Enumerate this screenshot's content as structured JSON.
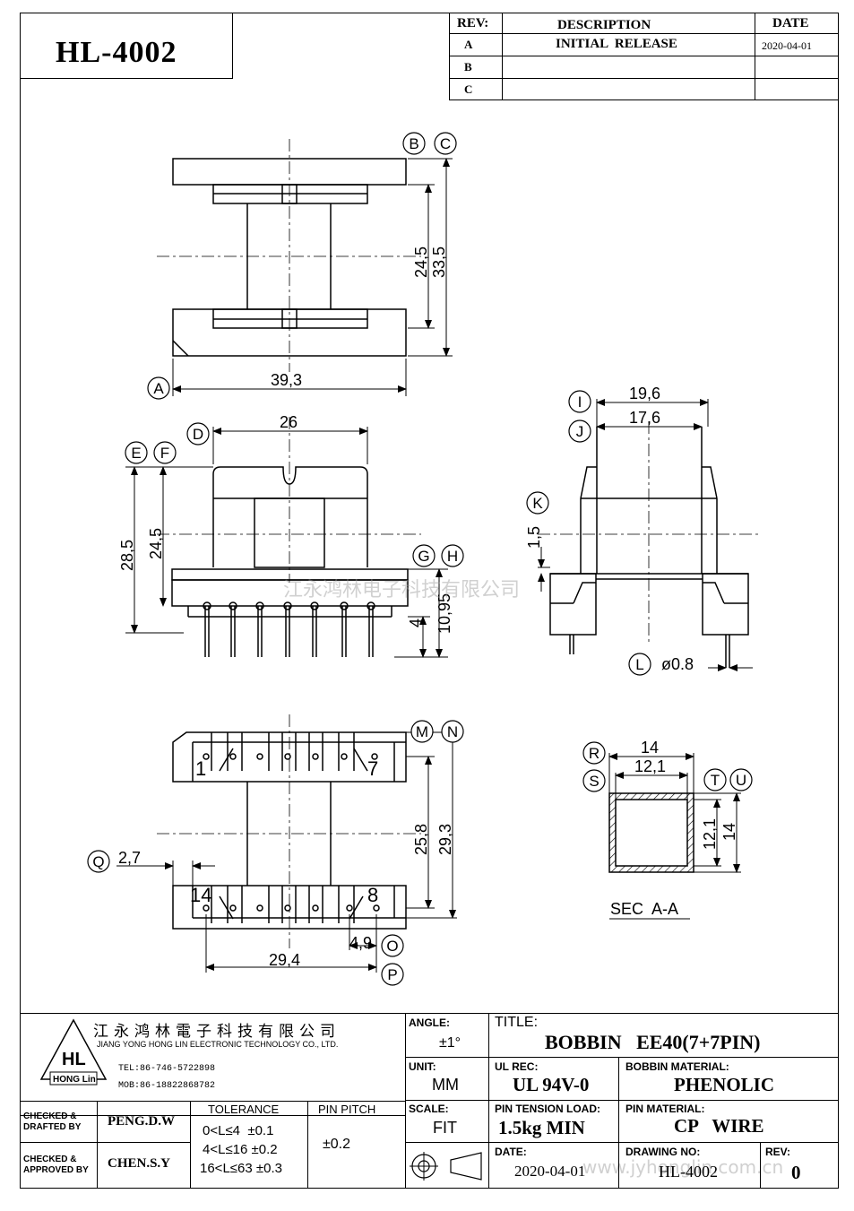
{
  "part_number": "HL-4002",
  "revision_table": {
    "headers": [
      "REV:",
      "DESCRIPTION",
      "DATE"
    ],
    "rows": [
      {
        "rev": "A",
        "description": "INITIAL  RELEASE",
        "date": "2020-04-01"
      },
      {
        "rev": "B",
        "description": "",
        "date": ""
      },
      {
        "rev": "C",
        "description": "",
        "date": ""
      }
    ]
  },
  "dimensions": {
    "top_view": {
      "height_inner": "24,5",
      "height_outer": "33,5",
      "width": "39,3",
      "callouts": [
        "B",
        "C",
        "A"
      ]
    },
    "front_view": {
      "width": "26",
      "h1": "28,5",
      "h2": "24,5",
      "h3": "10,95",
      "h4": "4",
      "callouts": [
        "D",
        "E",
        "F",
        "G",
        "H"
      ]
    },
    "side_view": {
      "w_outer": "19,6",
      "w_inner": "17,6",
      "flange": "1,5",
      "pin_dia": "ø0.8",
      "callouts": [
        "I",
        "J",
        "K",
        "L"
      ]
    },
    "bottom_view": {
      "h_inner": "25,8",
      "h_outer": "29,3",
      "pitch_side": "2,7",
      "pin_span": "29,4",
      "pin_gap": "4,9",
      "pin_labels": [
        "1",
        "7",
        "14",
        "8"
      ],
      "callouts": [
        "M",
        "N",
        "Q",
        "O",
        "P"
      ]
    },
    "section": {
      "outer_w": "14",
      "inner_w": "12,1",
      "inner_h": "12,1",
      "outer_h": "14",
      "label": "SEC  A-A",
      "callouts": [
        "R",
        "S",
        "T",
        "U"
      ]
    }
  },
  "watermark": {
    "top": "江永鸿林电子科技有限公司",
    "bottom": "www.jyhonglin.com.cn"
  },
  "title_block": {
    "company_cn": "江永鸿林電子科技有限公司",
    "company_en": "JIANG YONG HONG LIN ELECTRONIC TECHNOLOGY CO., LTD.",
    "logo_text": "HL",
    "logo_sub": "HONG Lin",
    "tel": "TEL:86-746-5722898",
    "mob": "MOB:86-18822868782",
    "angle_label": "ANGLE:",
    "angle_value": "±1°",
    "title_label": "TITLE:",
    "title_value": "BOBBIN   EE40(7+7PIN)",
    "unit_label": "UNIT:",
    "unit_value": "MM",
    "ul_label": "UL REC:",
    "ul_value": "UL 94V-0",
    "bobbin_mat_label": "BOBBIN MATERIAL:",
    "bobbin_mat_value": "PHENOLIC",
    "checked_drafted_label": "CHECKED & DRAFTED BY",
    "checked_drafted_value": "PENG.D.W",
    "checked_approved_label": "CHECKED & APPROVED BY",
    "checked_approved_value": "CHEN.S.Y",
    "tolerance_label": "TOLERANCE",
    "tolerance_rows": [
      "0<L≤4  ±0.1",
      "4<L≤16 ±0.2",
      "16<L≤63 ±0.3"
    ],
    "pin_pitch_label": "PIN PITCH",
    "pin_pitch_value": "±0.2",
    "scale_label": "SCALE:",
    "scale_value": "FIT",
    "pin_tension_label": "PIN TENSION LOAD:",
    "pin_tension_value": "1.5kg MIN",
    "pin_mat_label": "PIN MATERIAL:",
    "pin_mat_value": "CP   WIRE",
    "date_label": "DATE:",
    "date_value": "2020-04-01",
    "drawing_no_label": "DRAWING NO:",
    "drawing_no_value": "HL-4002",
    "rev_label": "REV:",
    "rev_value": "0"
  }
}
